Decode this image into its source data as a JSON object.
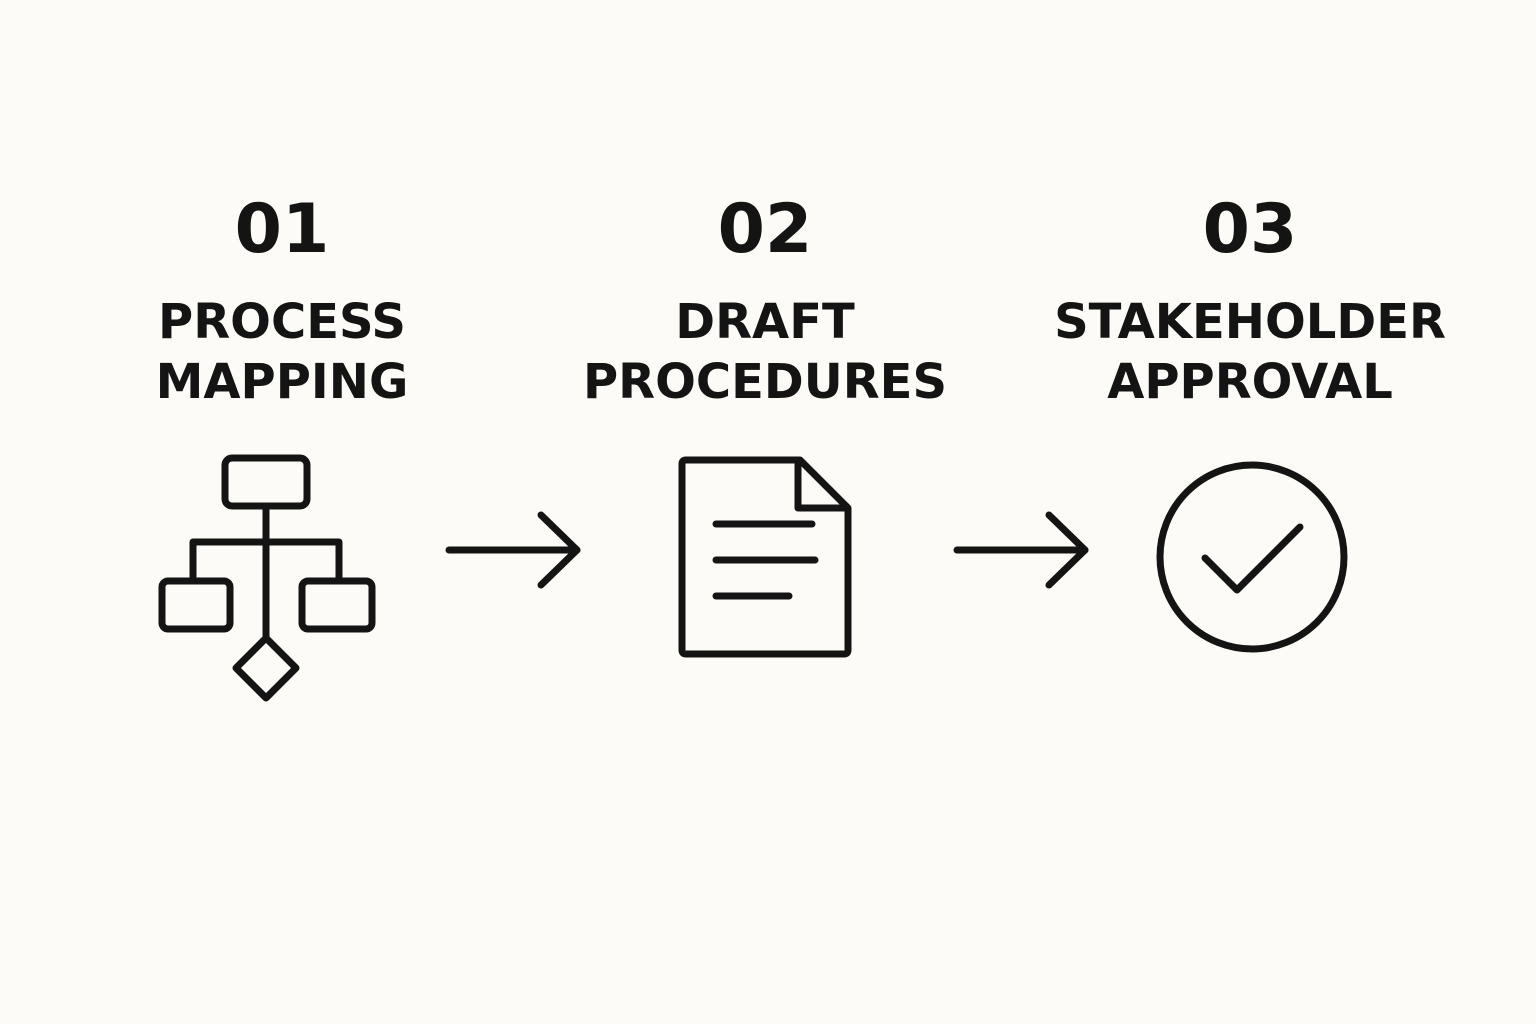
{
  "steps": [
    {
      "number": "01",
      "title_line1": "PROCESS",
      "title_line2": "MAPPING",
      "icon": "flowchart-icon"
    },
    {
      "number": "02",
      "title_line1": "DRAFT",
      "title_line2": "PROCEDURES",
      "icon": "document-icon"
    },
    {
      "number": "03",
      "title_line1": "STAKEHOLDER",
      "title_line2": "APPROVAL",
      "icon": "check-circle-icon"
    }
  ],
  "colors": {
    "background": "#fcfbf7",
    "ink": "#141414"
  }
}
